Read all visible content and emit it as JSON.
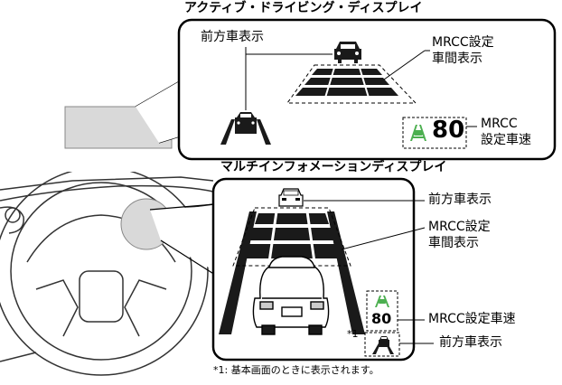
{
  "top_panel": {
    "title": "アクティブ・ドライビング・ディスプレイ",
    "labels": {
      "front_vehicle": "前方車表示",
      "distance_line1": "MRCC設定",
      "distance_line2": "車間表示",
      "speed_line1": "MRCC",
      "speed_line2": "設定車速"
    },
    "speed_value": "80"
  },
  "bottom_panel": {
    "title": "マルチインフォメーションディスプレイ",
    "labels": {
      "front_vehicle": "前方車表示",
      "distance_line1": "MRCC設定",
      "distance_line2": "車間表示",
      "set_speed": "MRCC設定車速",
      "front_vehicle_2": "前方車表示"
    },
    "speed_value": "80",
    "footnote_mark": "*1"
  },
  "footnote": "*1: 基本画面のときに表示されます。",
  "colors": {
    "line": "#000000",
    "display_gray": "#d9d9d9",
    "icon_green": "#4caf50",
    "lane_gray": "#bfbfbf"
  }
}
